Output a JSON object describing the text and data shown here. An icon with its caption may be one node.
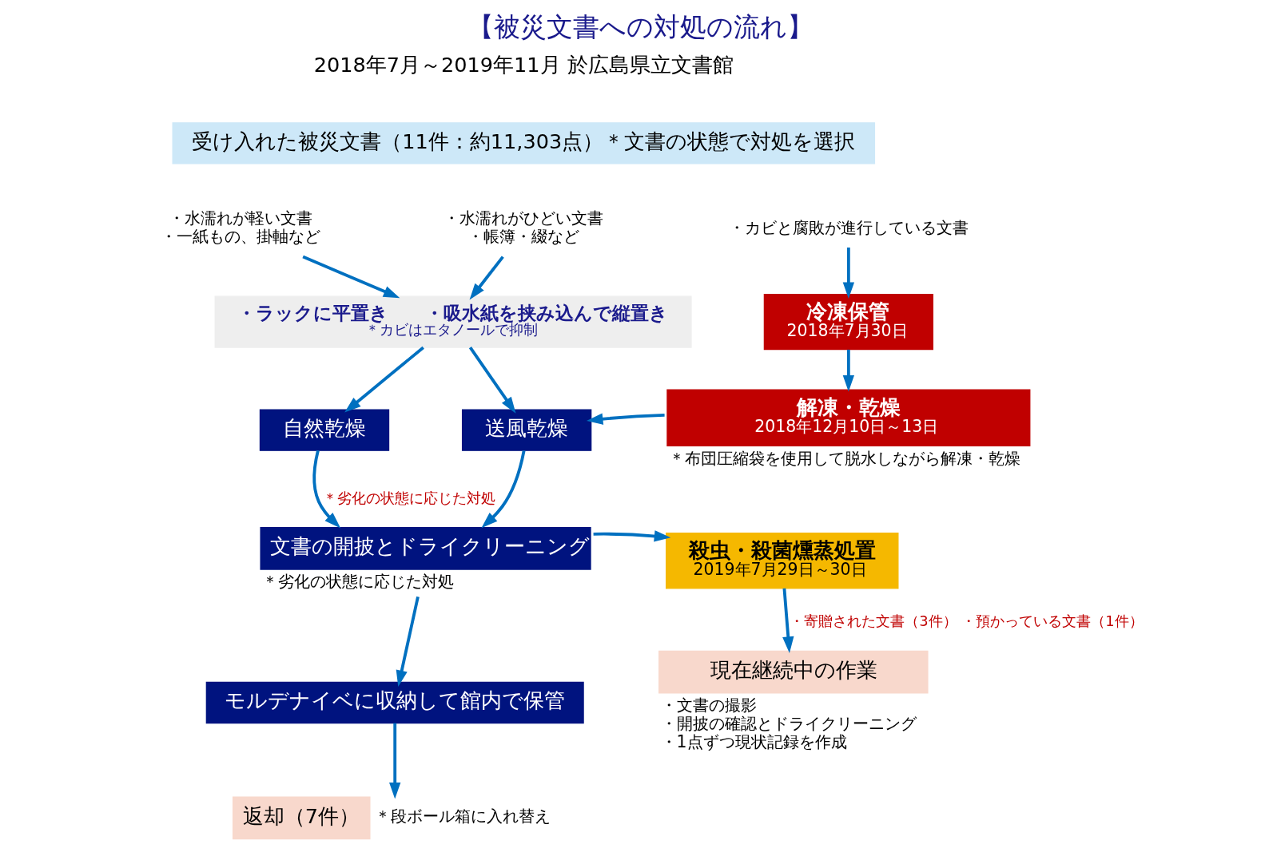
{
  "diagram": {
    "title": "【被災文書への対処の流れ】",
    "nodes": [
      {
        "text": [
          "受け入れた被災文書（11件：約11,303点）＊文書の状態で対処を選択"
        ]
      },
      {
        "text": [
          "・水濡れが軽い文書",
          "・一紙もの、掛軸など"
        ]
      },
      {
        "text": [
          "・水濡れがひどい文書",
          "・帳簿・綴など"
        ]
      },
      {
        "text": [
          "・カビと腐敗が進行している文書"
        ]
      },
      {
        "text": [
          "・ラックに平置き　　・吸水紙を挟み込んで縦置き",
          "＊カビはエタノールで抑制"
        ]
      },
      {
        "text": [
          "冷凍保管",
          "2018年7月30日"
        ]
      },
      {
        "text": [
          "自然乾燥"
        ]
      },
      {
        "text": [
          "送風乾燥"
        ]
      },
      {
        "text": [
          "解凍・乾燥",
          "2018年12月10日～13日"
        ],
        "beside": [
          "＊布団圧縮袋を使用して脱水しながら解凍・乾燥"
        ]
      },
      {
        "text": [
          "文書の開披とドライクリーニング"
        ],
        "beside": [
          "＊劣化の状態に応じた対処"
        ]
      },
      {
        "text": [
          "殺虫・殺菌燻蒸処置",
          "2019年7月29日～30日"
        ]
      },
      {
        "text": [
          "モルデナイベに収納して館内で保管"
        ]
      },
      {
        "text": [
          "返却（7件）"
        ],
        "beside": [
          "＊段ボール箱に入れ替え"
        ]
      },
      {
        "text": [
          "現在継続中の作業"
        ],
        "beside": [
          "・文書の撮影",
          "・開披の確認とドライクリーニング",
          "・1点ずつ現状記録を作成"
        ]
      }
    ],
    "edges": [
      {
        "from": 1,
        "to": 4,
        "arrow": "to"
      },
      {
        "from": 2,
        "to": 4,
        "arrow": "to"
      },
      {
        "from": 3,
        "to": 5,
        "arrow": "to"
      },
      {
        "from": 5,
        "to": 8,
        "arrow": "to"
      },
      {
        "from": 4,
        "to": 6,
        "arrow": "to"
      },
      {
        "from": 4,
        "to": 7,
        "arrow": "to"
      },
      {
        "from": 8,
        "to": 7,
        "arrow": "to"
      },
      {
        "from": 6,
        "to": 9,
        "arrow": "to",
        "label": "＊劣化の状態に応じた対処"
      },
      {
        "from": 7,
        "to": 9,
        "arrow": "to"
      },
      {
        "from": 9,
        "to": 10,
        "arrow": "to"
      },
      {
        "from": 9,
        "to": 11,
        "arrow": "to"
      },
      {
        "from": 11,
        "to": 12,
        "arrow": "to"
      },
      {
        "from": 10,
        "to": 13,
        "arrow": "to",
        "label": "・寄贈された文書（3件） ・預かっている文書（1件）"
      }
    ],
    "labels": [
      "2018年7月～2019年11月 於広島県立文書館"
    ]
  }
}
